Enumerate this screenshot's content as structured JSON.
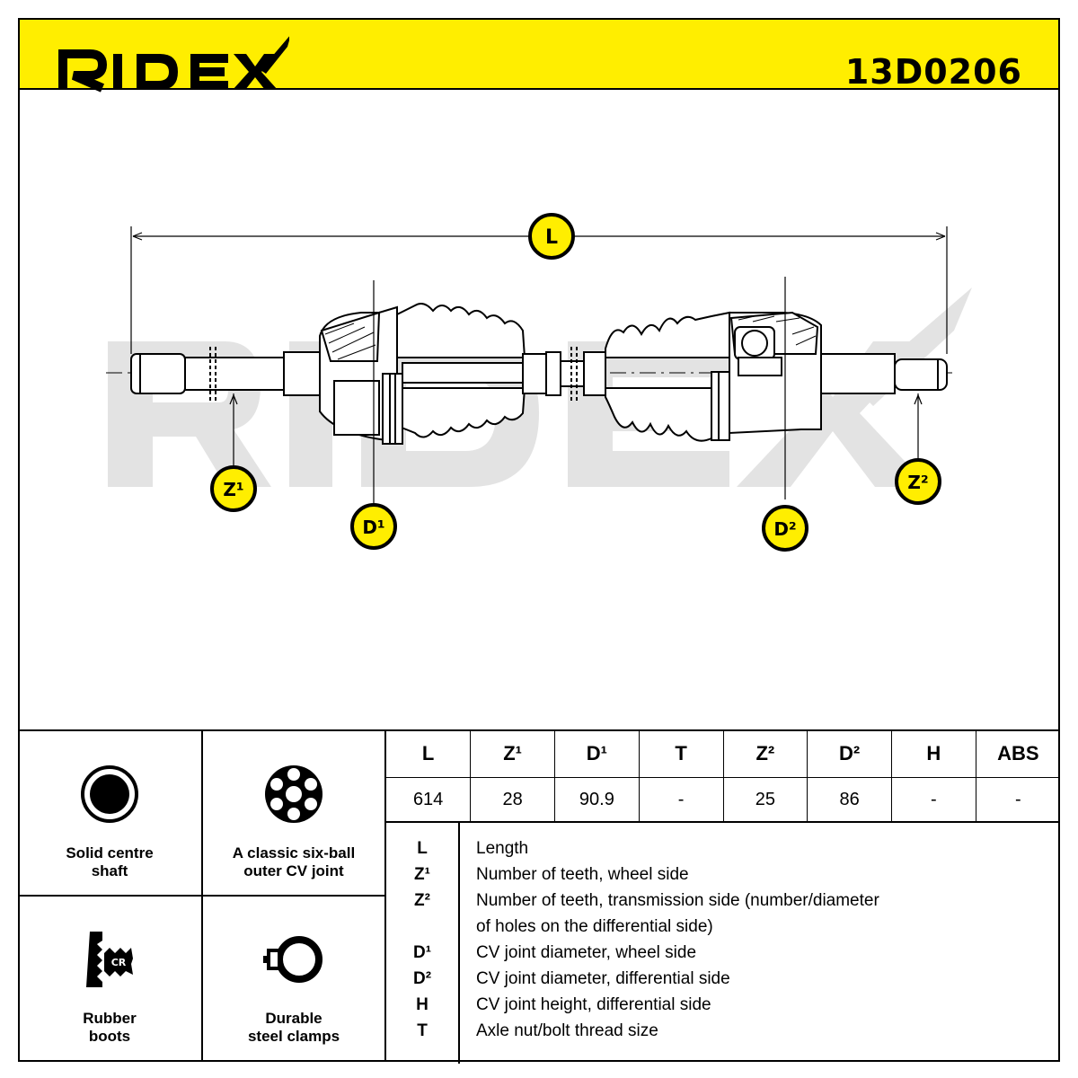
{
  "header": {
    "brand": "RIDEX",
    "part_number": "13D0206",
    "background_color": "#ffee00"
  },
  "drawing": {
    "labels": {
      "L": "L",
      "Z1": "Z¹",
      "Z2": "Z²",
      "D1": "D¹",
      "D2": "D²"
    },
    "watermark": "RIDEX"
  },
  "features": [
    {
      "icon": "solid-shaft-icon",
      "label": "Solid centre\nshaft"
    },
    {
      "icon": "six-ball-joint-icon",
      "label": "A classic six-ball\nouter CV joint"
    },
    {
      "icon": "rubber-boot-cr-icon",
      "label": "Rubber\nboots"
    },
    {
      "icon": "steel-clamp-icon",
      "label": "Durable\nsteel clamps"
    }
  ],
  "spec_table": {
    "headers": [
      "L",
      "Z¹",
      "D¹",
      "T",
      "Z²",
      "D²",
      "H",
      "ABS"
    ],
    "values": [
      "614",
      "28",
      "90.9",
      "-",
      "25",
      "86",
      "-",
      "-"
    ]
  },
  "legend": [
    {
      "symbol": "L",
      "text": "Length"
    },
    {
      "symbol": "Z¹",
      "text": "Number of teeth, wheel side"
    },
    {
      "symbol": "Z²",
      "text": "Number of teeth, transmission side (number/diameter"
    },
    {
      "symbol": "",
      "text": "of holes on the differential side)"
    },
    {
      "symbol": "D¹",
      "text": "CV joint diameter, wheel side"
    },
    {
      "symbol": "D²",
      "text": "CV joint diameter, differential side"
    },
    {
      "symbol": "H",
      "text": "CV joint height, differential side"
    },
    {
      "symbol": "T",
      "text": "Axle nut/bolt thread size"
    }
  ]
}
